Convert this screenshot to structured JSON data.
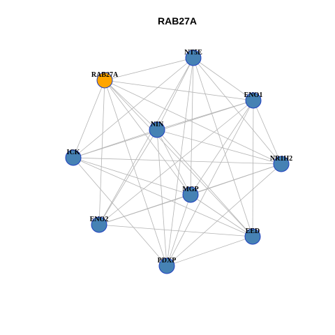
{
  "title": "RAB27A",
  "colors": {
    "node_default": "#4682b4",
    "node_highlight": "#ffa500",
    "edge": "#b3b3b3",
    "node_border": "#1f3fbf"
  },
  "nodes": [
    {
      "id": "RAB27A",
      "label": "RAB27A",
      "highlight": true
    },
    {
      "id": "NT5E",
      "label": "NT5E",
      "highlight": false
    },
    {
      "id": "ENO1",
      "label": "ENO1",
      "highlight": false
    },
    {
      "id": "NIN",
      "label": "NIN",
      "highlight": false
    },
    {
      "id": "ICK",
      "label": "ICK",
      "highlight": false
    },
    {
      "id": "NR1H2",
      "label": "NR1H2",
      "highlight": false
    },
    {
      "id": "MGP",
      "label": "MGP",
      "highlight": false
    },
    {
      "id": "ENO2",
      "label": "ENO2",
      "highlight": false
    },
    {
      "id": "EED",
      "label": "EED",
      "highlight": false
    },
    {
      "id": "PDXP",
      "label": "PDXP",
      "highlight": false
    }
  ],
  "edges": [
    [
      "RAB27A",
      "NT5E"
    ],
    [
      "RAB27A",
      "ENO1"
    ],
    [
      "RAB27A",
      "NIN"
    ],
    [
      "RAB27A",
      "ICK"
    ],
    [
      "RAB27A",
      "NR1H2"
    ],
    [
      "RAB27A",
      "MGP"
    ],
    [
      "RAB27A",
      "ENO2"
    ],
    [
      "RAB27A",
      "EED"
    ],
    [
      "RAB27A",
      "PDXP"
    ],
    [
      "NT5E",
      "ENO1"
    ],
    [
      "NT5E",
      "NIN"
    ],
    [
      "NT5E",
      "ICK"
    ],
    [
      "NT5E",
      "NR1H2"
    ],
    [
      "NT5E",
      "MGP"
    ],
    [
      "NT5E",
      "ENO2"
    ],
    [
      "NT5E",
      "EED"
    ],
    [
      "NT5E",
      "PDXP"
    ],
    [
      "ENO1",
      "NIN"
    ],
    [
      "ENO1",
      "ICK"
    ],
    [
      "ENO1",
      "NR1H2"
    ],
    [
      "ENO1",
      "MGP"
    ],
    [
      "ENO1",
      "ENO2"
    ],
    [
      "ENO1",
      "EED"
    ],
    [
      "ENO1",
      "PDXP"
    ],
    [
      "NIN",
      "ICK"
    ],
    [
      "NIN",
      "NR1H2"
    ],
    [
      "NIN",
      "MGP"
    ],
    [
      "NIN",
      "ENO2"
    ],
    [
      "NIN",
      "EED"
    ],
    [
      "NIN",
      "PDXP"
    ],
    [
      "ICK",
      "NR1H2"
    ],
    [
      "ICK",
      "MGP"
    ],
    [
      "ICK",
      "EED"
    ],
    [
      "ICK",
      "PDXP"
    ],
    [
      "NR1H2",
      "MGP"
    ],
    [
      "NR1H2",
      "ENO2"
    ],
    [
      "NR1H2",
      "PDXP"
    ],
    [
      "MGP",
      "ENO2"
    ],
    [
      "MGP",
      "EED"
    ],
    [
      "MGP",
      "PDXP"
    ],
    [
      "ENO2",
      "EED"
    ],
    [
      "EED",
      "PDXP"
    ]
  ]
}
